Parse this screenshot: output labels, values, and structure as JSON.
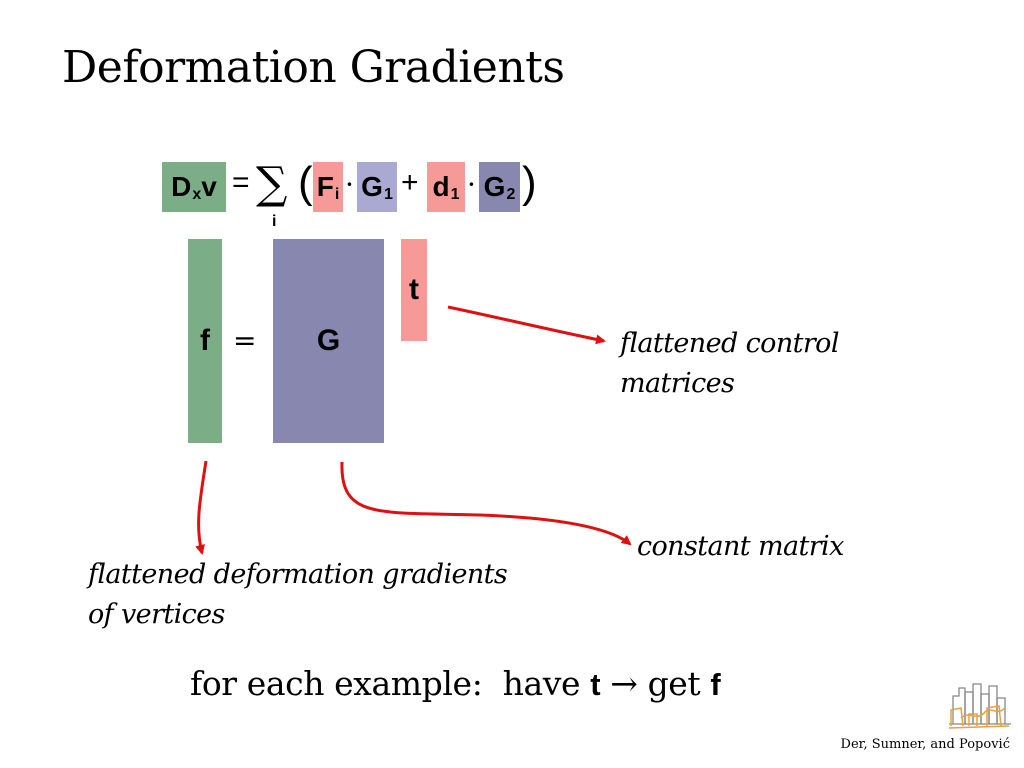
{
  "slide": {
    "title": "Deformation Gradients",
    "credit": "Der, Sumner, and Popović"
  },
  "equation": {
    "lhs_D": "D",
    "lhs_D_sub": "x",
    "lhs_v": "v",
    "equals": "=",
    "sum_symbol": "∑",
    "sum_index": "i",
    "open_paren": "(",
    "F": "F",
    "F_sub": "i",
    "dot": "·",
    "G": "G",
    "G1_sub": "1",
    "plus": "+",
    "d": "d",
    "d1_sub": "1",
    "G2_sub": "2",
    "close_paren": ")"
  },
  "matrix_equation": {
    "f": "f",
    "equals": "=",
    "G": "G",
    "t": "t"
  },
  "annotations": {
    "control_line1": "flattened control",
    "control_line2": "matrices",
    "constant": "constant matrix",
    "gradients_line1": "flattened deformation gradients",
    "gradients_line2": "of vertices"
  },
  "footer": {
    "part1": "for each example:  have ",
    "t": "t",
    "arrow": " → ",
    "part2": "get ",
    "f": "f"
  },
  "colors": {
    "green": "#7bae86",
    "purple": "#8787b0",
    "lilac": "#a9a9d2",
    "pink": "#f59a96",
    "arrow_red": "#e01010"
  }
}
